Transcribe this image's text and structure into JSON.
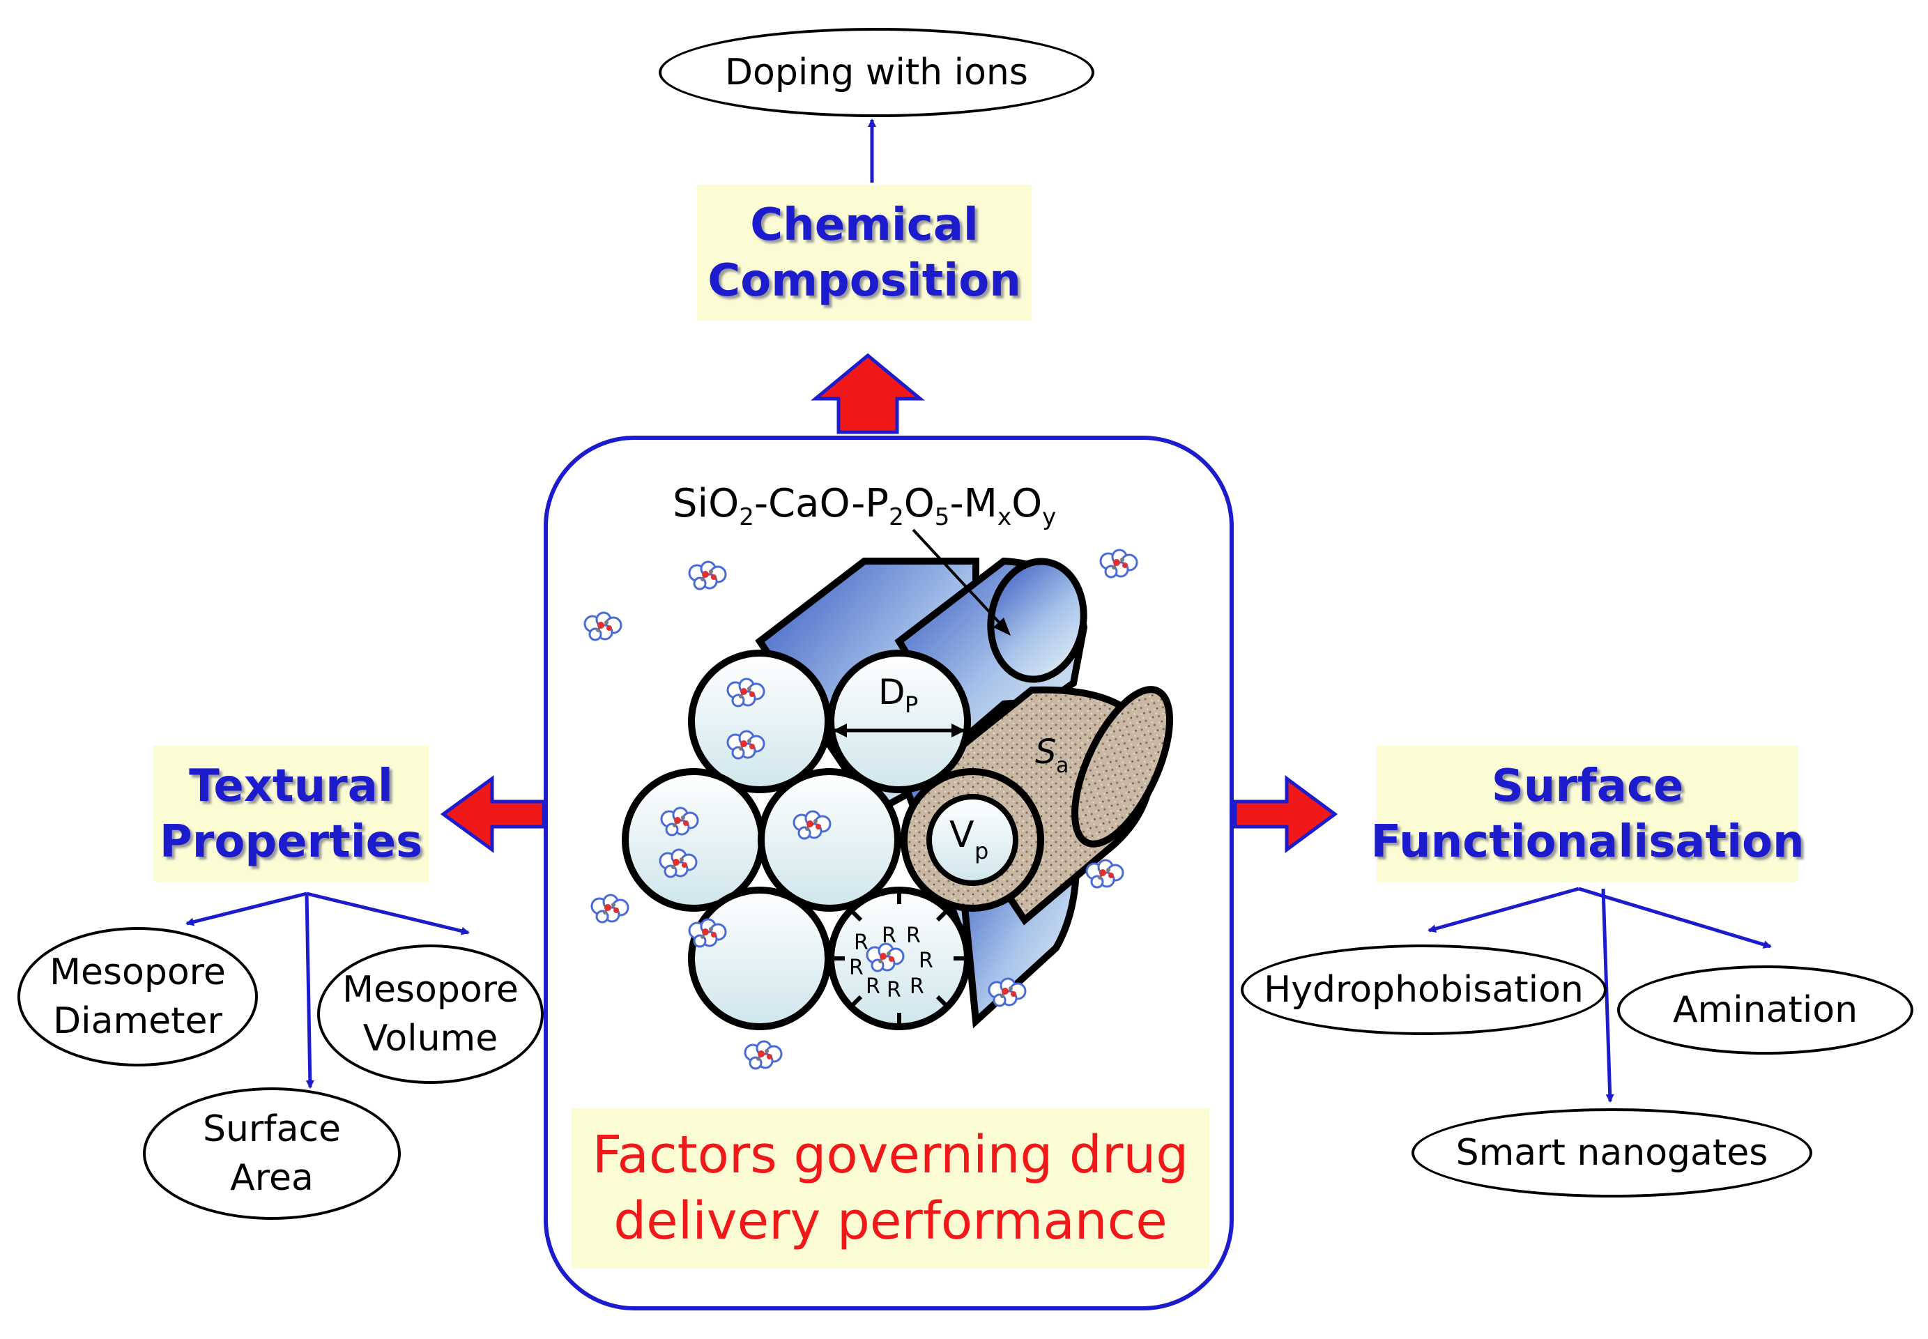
{
  "diagram": {
    "center": {
      "caption_line1": "Factors governing drug",
      "caption_line2": "delivery performance",
      "formula": {
        "parts": [
          "SiO",
          "2",
          "-CaO-P",
          "2",
          "O",
          "5",
          "-M",
          "x",
          "O",
          "y"
        ]
      },
      "labels": {
        "pore_diameter": "D",
        "pore_diameter_sub": "P",
        "pore_volume": "V",
        "pore_volume_sub": "p",
        "surface_area": "S",
        "surface_area_sub": "a",
        "functional_group": "R"
      }
    },
    "chemical": {
      "title_line1": "Chemical",
      "title_line2": "Composition",
      "children": [
        {
          "line1": "Doping with ions"
        }
      ]
    },
    "textural": {
      "title_line1": "Textural",
      "title_line2": "Properties",
      "children": [
        {
          "line1": "Mesopore",
          "line2": "Diameter"
        },
        {
          "line1": "Surface",
          "line2": "Area"
        },
        {
          "line1": "Mesopore",
          "line2": "Volume"
        }
      ]
    },
    "surface": {
      "title_line1": "Surface",
      "title_line2": "Functionalisation",
      "children": [
        {
          "line1": "Hydrophobisation"
        },
        {
          "line1": "Amination"
        },
        {
          "line1": "Smart nanogates"
        }
      ]
    },
    "colors": {
      "title_blue": "#1c1ccd",
      "caption_red": "#f01818",
      "arrow_red": "#f01818",
      "arrow_outline": "#1c1ccd",
      "box_fill": "#fbfbd4",
      "cylinder_blue": "#3c64c8"
    }
  }
}
